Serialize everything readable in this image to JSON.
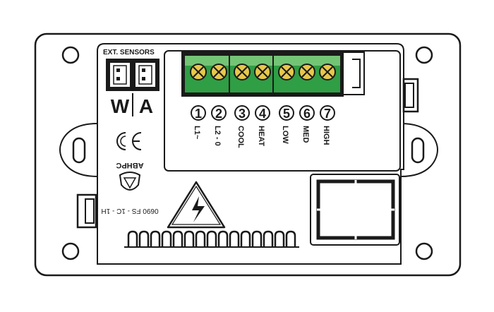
{
  "sensors": {
    "header": "EXT. SENSORS",
    "left_letter": "W",
    "right_letter": "A"
  },
  "terminals": [
    {
      "number": "1",
      "label": "L1~"
    },
    {
      "number": "2",
      "label": "L2 - 0"
    },
    {
      "number": "3",
      "label": "COOL"
    },
    {
      "number": "4",
      "label": "HEAT"
    },
    {
      "number": "5",
      "label": "LOW"
    },
    {
      "number": "6",
      "label": "MED"
    },
    {
      "number": "7",
      "label": "HIGH"
    }
  ],
  "markings": {
    "certification": "ABHPC",
    "model_code": "0690 FS - 1C - 1H"
  },
  "colors": {
    "terminal_green": "#2f9e44",
    "terminal_green_light": "#74c476",
    "screw_yellow": "#e8c84a",
    "outline": "#1a1a1a"
  },
  "icons": {
    "warning": "high-voltage-warning-icon",
    "ce_mark": "ce-mark-icon",
    "eac_mark": "eac-mark-icon"
  }
}
